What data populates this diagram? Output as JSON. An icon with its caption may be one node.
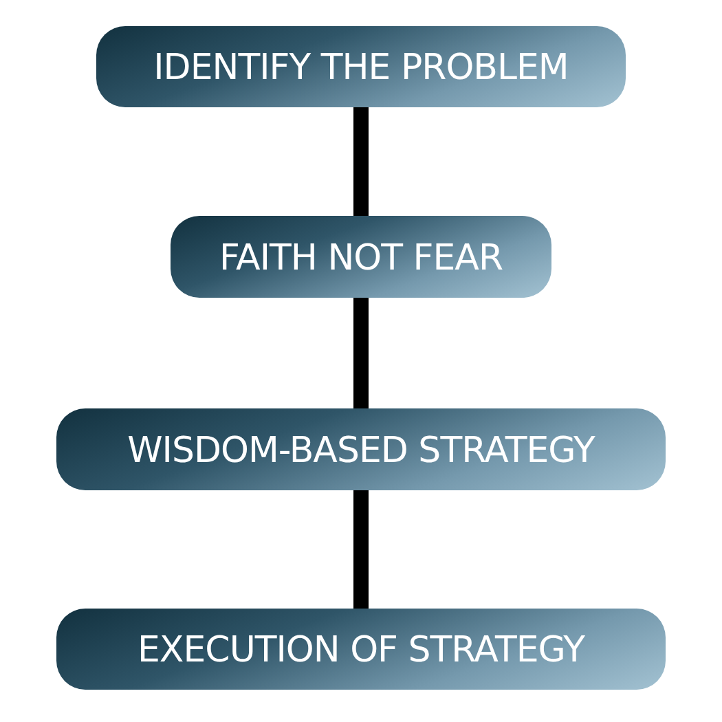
{
  "diagram": {
    "nodes": [
      {
        "text": [
          "IDENTIFY THE PROBLEM"
        ]
      },
      {
        "text": [
          "FAITH NOT FEAR"
        ]
      },
      {
        "text": [
          "WISDOM-BASED STRATEGY"
        ]
      },
      {
        "text": [
          "EXECUTION OF STRATEGY"
        ]
      }
    ],
    "edges": [
      {
        "from": 0,
        "to": 1,
        "arrow": "none"
      },
      {
        "from": 1,
        "to": 2,
        "arrow": "none"
      },
      {
        "from": 2,
        "to": 3,
        "arrow": "none"
      }
    ]
  }
}
